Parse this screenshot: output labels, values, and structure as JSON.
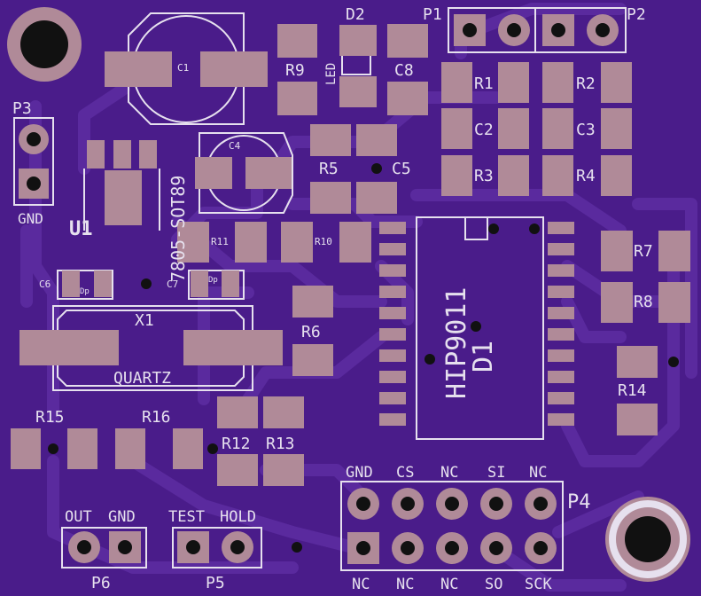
{
  "colors": {
    "board": "#4a1c8a",
    "trace": "#5a2a9e",
    "pad": "#b08a98",
    "silk": "#e6e0ee",
    "via": "#111111"
  },
  "labels": {
    "D2": "D2",
    "P1": "P1",
    "P2": "P2",
    "C1": "C1",
    "R9": "R9",
    "LED": "LED",
    "C8": "C8",
    "R1": "R1",
    "R2": "R2",
    "P3": "P3",
    "C2": "C2",
    "C3": "C3",
    "C4": "C4",
    "R3": "R3",
    "R4": "R4",
    "R5": "R5",
    "C5": "C5",
    "GND_P3": "GND",
    "U1": "U1",
    "U1_val": "7805-SOT89",
    "R11": "R11",
    "R10": "R10",
    "R7": "R7",
    "C6": "C6",
    "C7": "C7",
    "R8": "R8",
    "X1": "X1",
    "R6": "R6",
    "IC_val": "HIP9011",
    "IC_ref": "D1",
    "QUARTZ": "QUARTZ",
    "R14": "R14",
    "R15": "R15",
    "R16": "R16",
    "R12": "R12",
    "R13": "R13",
    "P4": "P4",
    "P4_top": [
      "GND",
      "CS",
      "NC",
      "SI",
      "NC"
    ],
    "P4_bottom": [
      "NC",
      "NC",
      "NC",
      "SO",
      "SCK"
    ],
    "OUT": "OUT",
    "GND_P6": "GND",
    "TEST": "TEST",
    "HOLD": "HOLD",
    "P6": "P6",
    "P5": "P5",
    "DP1": "Dp",
    "DP2": "Dp"
  }
}
